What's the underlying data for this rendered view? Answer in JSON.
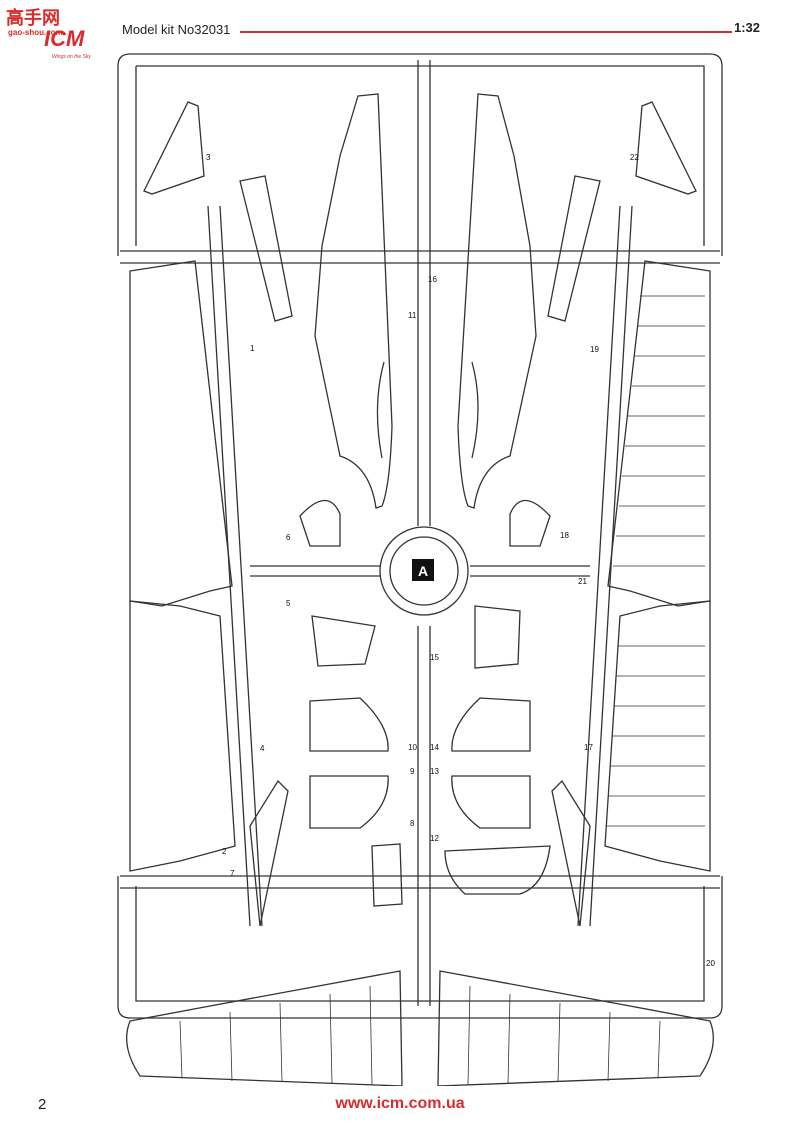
{
  "logo": {
    "chinese": "高手网",
    "brand": "ICM",
    "url_small": "gao-shou.com",
    "tagline": "Wings on the Sky"
  },
  "header": {
    "kit_label": "Model kit No32031",
    "scale": "1:32"
  },
  "sprue": {
    "name": "A",
    "part_numbers": [
      "1",
      "2",
      "3",
      "4",
      "5",
      "6",
      "7",
      "8",
      "9",
      "10",
      "11",
      "12",
      "13",
      "14",
      "15",
      "16",
      "17",
      "18",
      "19",
      "20",
      "21",
      "22"
    ]
  },
  "footer": {
    "page_number": "2",
    "website": "www.icm.com.ua"
  },
  "colors": {
    "accent": "#d92b2b",
    "line": "#333333"
  }
}
